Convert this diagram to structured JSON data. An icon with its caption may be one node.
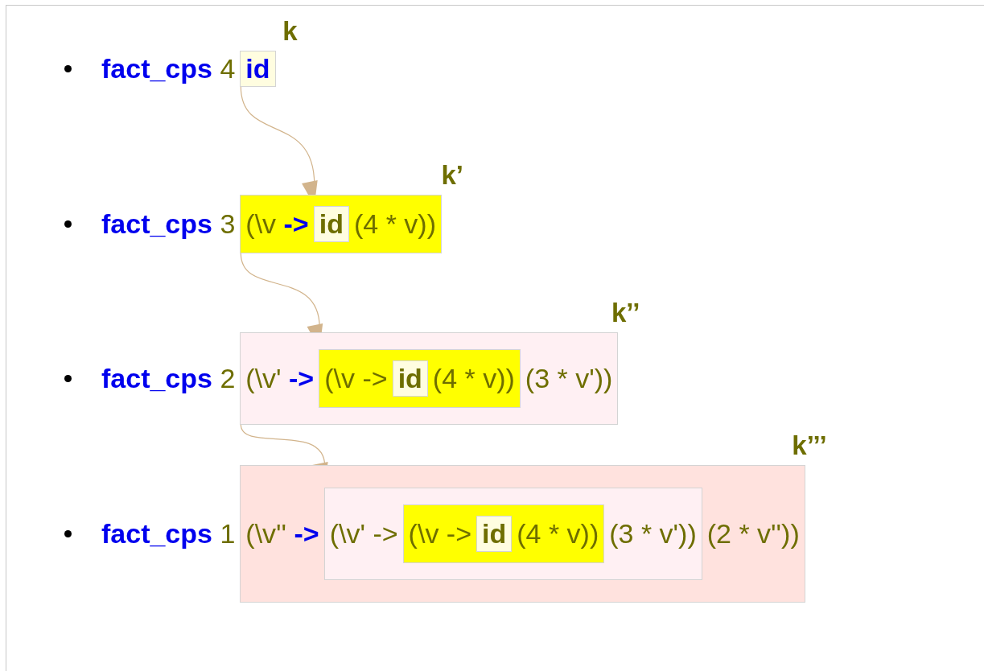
{
  "diagram": {
    "nodes": [
      {
        "text": [
          "id"
        ],
        "beside": [
          "k"
        ]
      },
      {
        "text": [
          "(\\v **->**",
          "(4 * v))"
        ],
        "beside": [
          "k’"
        ]
      },
      {
        "text": [
          "id"
        ],
        "in": 1
      },
      {
        "text": [
          "(\\v' **->**",
          "(3 * v'))"
        ],
        "beside": [
          "k’’"
        ]
      },
      {
        "text": [
          "(\\v ->",
          "(4 * v))"
        ],
        "in": 3
      },
      {
        "text": [
          "id"
        ],
        "in": 4
      },
      {
        "text": [
          "(\\v'' **->**",
          "(2 * v''))"
        ],
        "beside": [
          "k’’’"
        ]
      },
      {
        "text": [
          "(\\v' ->",
          "(3 * v'))"
        ],
        "in": 6
      },
      {
        "text": [
          "(\\v ->",
          "(4 * v))"
        ],
        "in": 7
      },
      {
        "text": [
          "id"
        ],
        "in": 8
      }
    ],
    "edges": [
      {
        "from": 0,
        "to": 2,
        "arrow": "to"
      },
      {
        "from": 1,
        "to": 4,
        "arrow": "to"
      },
      {
        "from": 3,
        "to": 7,
        "arrow": "to"
      }
    ],
    "labels": [
      "**fact_cps** 4",
      "**fact_cps** 3",
      "**fact_cps** 2",
      "**fact_cps** 1"
    ]
  }
}
